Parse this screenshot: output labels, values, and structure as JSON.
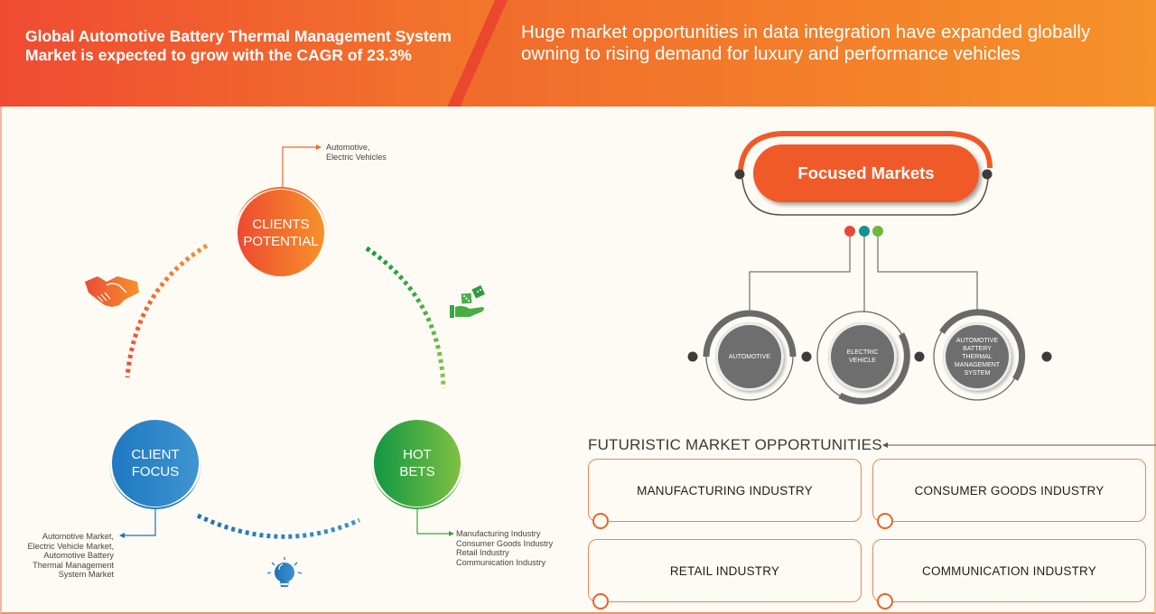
{
  "header": {
    "headline": "Global Automotive Battery Thermal Management System Market is expected to grow with the CAGR of 23.3%",
    "subline": "Huge market opportunities in data integration have expanded globally owning to rising demand for luxury and performance vehicles"
  },
  "cycle": {
    "clients_potential": {
      "label_line1": "CLIENTS",
      "label_line2": "POTENTIAL",
      "note_line1": "Automotive,",
      "note_line2": "Electric Vehicles",
      "color_start": "#ee4a31",
      "color_end": "#f6922a"
    },
    "client_focus": {
      "label_line1": "CLIENT",
      "label_line2": "FOCUS",
      "notes": [
        "Automotive Market,",
        "Electric Vehicle Market,",
        "Automotive Battery",
        "Thermal Management",
        "System Market"
      ],
      "color_start": "#1f78c1",
      "color_end": "#3f95d0"
    },
    "hot_bets": {
      "label_line1": "HOT",
      "label_line2": "BETS",
      "notes": [
        "Manufacturing Industry",
        "Consumer Goods Industry",
        "Retail Industry",
        "Communication Industry"
      ],
      "color_start": "#119744",
      "color_end": "#7ec141"
    },
    "icons": {
      "left": "handshake-icon",
      "right": "hand-dice-icon",
      "bottom": "lightbulb-icon"
    }
  },
  "focused_markets": {
    "title": "Focused Markets",
    "accent": "#f05a28",
    "connector_dots": [
      "#e8473a",
      "#13928f",
      "#6fb83f"
    ],
    "nodes": [
      {
        "lines": [
          "AUTOMOTIVE"
        ]
      },
      {
        "lines": [
          "ELECTRIC",
          "VEHICLE"
        ]
      },
      {
        "lines": [
          "AUTOMOTIVE",
          "BATTERY",
          "THERMAL",
          "MANAGEMENT",
          "SYSTEM"
        ]
      }
    ]
  },
  "futuristic": {
    "title": "FUTURISTIC MARKET OPPORTUNITIES",
    "items": [
      {
        "label": "MANUFACTURING INDUSTRY"
      },
      {
        "label": "CONSUMER GOODS INDUSTRY"
      },
      {
        "label": "RETAIL INDUSTRY"
      },
      {
        "label": "COMMUNICATION INDUSTRY"
      }
    ]
  }
}
